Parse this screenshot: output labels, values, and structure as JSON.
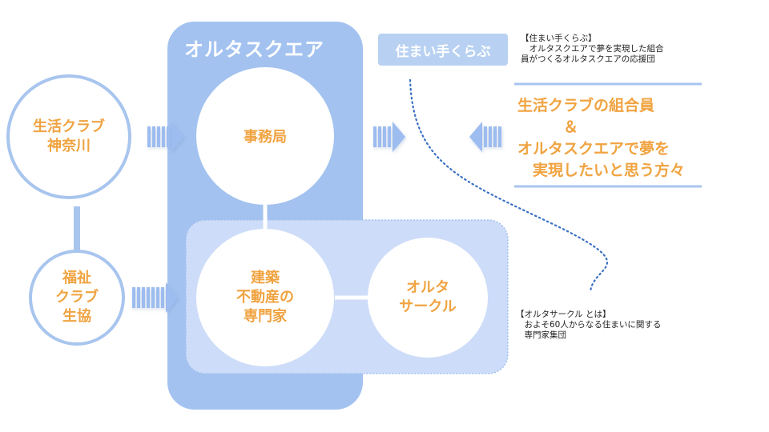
{
  "title": "オルタスクエア",
  "nodes": {
    "kanagawa": "生活クラブ\n神奈川",
    "fukushi": "福祉\nクラブ\n生協",
    "office": "事務局",
    "experts": "建築\n不動産の\n専門家",
    "circle": "オルタ\nサークル"
  },
  "sumai": {
    "label": "住まい手くらぶ",
    "note": "【住まい手くらぶ】\n　オルタスクエアで夢を実現した組合\n員がつくるオルタスクエアの応援団"
  },
  "members_text": "生活クラブの組合員\n　　　＆\nオルタスクエアで夢を\n　実現したいと思う方々",
  "circle_note": "【オルタサークル とは】\n　およそ60人からなる住まいに関する\n　専門家集団",
  "colors": {
    "panel": "#a3c2f0",
    "subpanel": "#cddcf8",
    "ring": "#a8c5ee",
    "accent": "#f0a340",
    "arrow": "#9dbcef",
    "dots": "#3a6fc4"
  }
}
